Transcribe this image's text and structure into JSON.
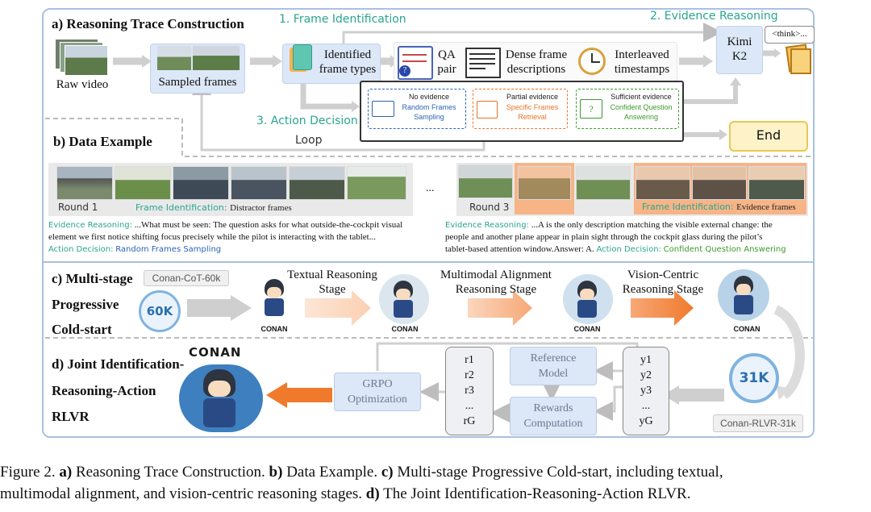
{
  "sections": {
    "a": "a) Reasoning Trace Construction",
    "b": "b) Data Example",
    "c_lines": [
      "c) Multi-stage",
      "Progressive",
      "Cold-start"
    ],
    "d_lines": [
      "d) Joint Identification-",
      "Reasoning-Action",
      "RLVR"
    ]
  },
  "part_a": {
    "raw_video": "Raw video",
    "sampled_frames": "Sampled frames",
    "step1": "1. Frame Identification",
    "step2": "2. Evidence Reasoning",
    "step3": "3. Action Decision",
    "identified": [
      "Identified",
      "frame types"
    ],
    "qa": [
      "QA",
      "pair"
    ],
    "dense": [
      "Dense frame",
      "descriptions"
    ],
    "interleaved": [
      "Interleaved",
      "timestamps"
    ],
    "kimi": [
      "Kimi",
      "K2"
    ],
    "think": "<think>...",
    "no_evidence": {
      "title": "No evidence",
      "action": [
        "Random Frames",
        "Sampling"
      ]
    },
    "partial_evidence": {
      "title": "Partial evidence",
      "action": [
        "Specific Frames",
        "Retrieval"
      ]
    },
    "sufficient_evidence": {
      "title": "Sufficient evidence",
      "action": [
        "Confident Question",
        "Answering"
      ]
    },
    "loop": "Loop",
    "end": "End"
  },
  "part_b": {
    "round1": "Round 1",
    "round1_fi_label": "Frame Identification:",
    "round1_fi_value": "Distractor frames",
    "ellipsis": "...",
    "round3": "Round 3",
    "round3_fi_label": "Frame Identification:",
    "round3_fi_value": "Evidence frames",
    "left_er_label": "Evidence Reasoning:",
    "left_er_text": "...What must be seen: The question asks for what outside-the-cockpit visual",
    "left_er_text2": "element we first notice shifting focus precisely while the pilot is interacting with the tablet...",
    "left_ad_label": "Action Decision:",
    "left_ad_value": "Random Frames Sampling",
    "right_er_label": "Evidence Reasoning:",
    "right_er_text": "...A is the only description matching the visible external change: the",
    "right_er_text2": "people and another plane appear in plain sight through the cockpit glass during the pilot’s",
    "right_er_text3": "tablet-based attention window.Answer: A.",
    "right_ad_label": "Action Decision:",
    "right_ad_value": "Confident Question Answering"
  },
  "part_c": {
    "dataset": "Conan-CoT-60k",
    "badge": "60K",
    "stage1": [
      "Textual Reasoning",
      "Stage"
    ],
    "stage2": [
      "Multimodal Alignment",
      "Reasoning Stage"
    ],
    "stage3": [
      "Vision-Centric",
      "Reasoning Stage"
    ],
    "conan": "CONAN"
  },
  "part_d": {
    "logo": "CONAN",
    "grpo": [
      "GRPO",
      "Optimization"
    ],
    "r_values": [
      "r1",
      "r2",
      "r3",
      "...",
      "rG"
    ],
    "reference": [
      "Reference",
      "Model"
    ],
    "rewards": [
      "Rewards",
      "Computation"
    ],
    "y_values": [
      "y1",
      "y2",
      "y3",
      "...",
      "yG"
    ],
    "badge": "31K",
    "dataset": "Conan-RLVR-31k"
  },
  "caption": {
    "line1_prefix": "Figure 2.",
    "a": "a)",
    "a_text": "Reasoning Trace Construction.",
    "b": "b)",
    "b_text": "Data Example.",
    "c": "c)",
    "c_text": "Multi-stage Progressive Cold-start, including textual,",
    "line2": "multimodal alignment, and vision-centric reasoning stages.",
    "d": "d)",
    "d_text": "The Joint Identification-Reasoning-Action RLVR."
  },
  "colors": {
    "border": "#a9c1df",
    "teal": "#2aa590",
    "blue_action": "#2b63b6",
    "orange_action": "#e8742a",
    "green_action": "#3c9a2c",
    "orange_arrow": "#f07a2c",
    "grey_arrow": "#c8c8c8"
  }
}
